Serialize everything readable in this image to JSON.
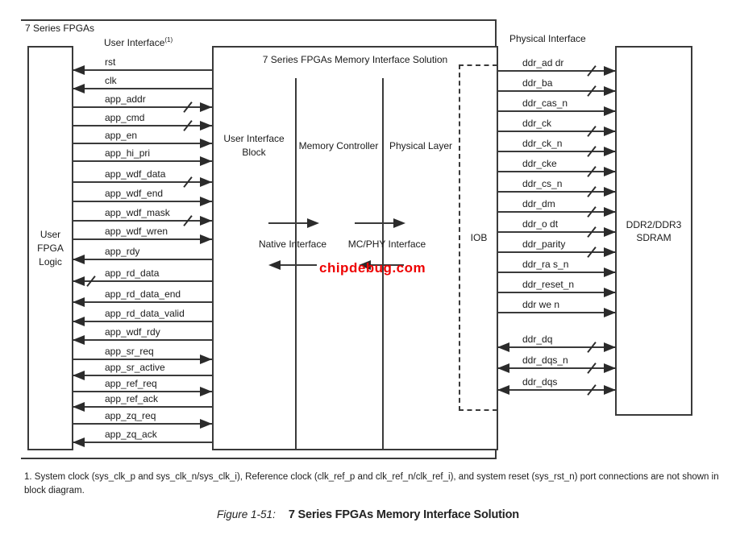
{
  "diagram": {
    "region_label": "7 Series FPGAs",
    "user_interface_label": "User Interface",
    "user_interface_superscript": "(1)",
    "left_box_label": "User FPGA Logic",
    "middle_box_title": "7 Series FPGAs Memory Interface Solution",
    "sections": [
      "User Interface Block",
      "Memory Controller",
      "Physical Layer"
    ],
    "native_interface_label": "Native Interface",
    "mcphy_interface_label": "MC/PHY Interface",
    "iob_label": "IOB",
    "physical_interface_label": "Physical Interface",
    "right_box_label": "DDR2/DDR3 SDRAM",
    "watermark": "chipdebug.com",
    "watermark_color": "#ee0000",
    "line_color": "#3a3a3a",
    "left_signals": [
      {
        "name": "rst",
        "dir": "in",
        "slash": false
      },
      {
        "name": "clk",
        "dir": "in",
        "slash": false
      },
      {
        "name": "app_addr",
        "dir": "out",
        "slash": true
      },
      {
        "name": "app_cmd",
        "dir": "out",
        "slash": true
      },
      {
        "name": "app_en",
        "dir": "out",
        "slash": false
      },
      {
        "name": "app_hi_pri",
        "dir": "out",
        "slash": false
      },
      {
        "name": "app_wdf_data",
        "dir": "out",
        "slash": true
      },
      {
        "name": "app_wdf_end",
        "dir": "out",
        "slash": false
      },
      {
        "name": "app_wdf_mask",
        "dir": "out",
        "slash": true
      },
      {
        "name": "app_wdf_wren",
        "dir": "out",
        "slash": false
      },
      {
        "name": "app_rdy",
        "dir": "in",
        "slash": false
      },
      {
        "name": "app_rd_data",
        "dir": "in",
        "slash": true
      },
      {
        "name": "app_rd_data_end",
        "dir": "in",
        "slash": false
      },
      {
        "name": "app_rd_data_valid",
        "dir": "in",
        "slash": false
      },
      {
        "name": "app_wdf_rdy",
        "dir": "in",
        "slash": false
      },
      {
        "name": "app_sr_req",
        "dir": "out",
        "slash": false
      },
      {
        "name": "app_sr_active",
        "dir": "in",
        "slash": false
      },
      {
        "name": "app_ref_req",
        "dir": "out",
        "slash": false
      },
      {
        "name": "app_ref_ack",
        "dir": "in",
        "slash": false
      },
      {
        "name": "app_zq_req",
        "dir": "out",
        "slash": false
      },
      {
        "name": "app_zq_ack",
        "dir": "in",
        "slash": false
      }
    ],
    "right_signals": [
      {
        "name": "ddr_ad dr",
        "dir": "out",
        "slash": true
      },
      {
        "name": "ddr_ba",
        "dir": "out",
        "slash": true
      },
      {
        "name": "ddr_cas_n",
        "dir": "out",
        "slash": false
      },
      {
        "name": "ddr_ck",
        "dir": "out",
        "slash": true
      },
      {
        "name": "ddr_ck_n",
        "dir": "out",
        "slash": true
      },
      {
        "name": "ddr_cke",
        "dir": "out",
        "slash": true
      },
      {
        "name": "ddr_cs_n",
        "dir": "out",
        "slash": true
      },
      {
        "name": "ddr_dm",
        "dir": "out",
        "slash": true
      },
      {
        "name": "ddr_o dt",
        "dir": "out",
        "slash": true
      },
      {
        "name": "ddr_parity",
        "dir": "out",
        "slash": true
      },
      {
        "name": "ddr_ra s_n",
        "dir": "out",
        "slash": false
      },
      {
        "name": "ddr_reset_n",
        "dir": "out",
        "slash": false
      },
      {
        "name": "ddr we n",
        "dir": "out",
        "slash": false
      },
      {
        "name": "ddr_dq",
        "dir": "both",
        "slash": true
      },
      {
        "name": "ddr_dqs_n",
        "dir": "both",
        "slash": true
      },
      {
        "name": "ddr_dqs",
        "dir": "both",
        "slash": true
      }
    ]
  },
  "footnote": "1. System clock (sys_clk_p and sys_clk_n/sys_clk_i), Reference clock (clk_ref_p and clk_ref_n/clk_ref_i), and system reset (sys_rst_n) port connections are not shown in block diagram.",
  "caption": {
    "prefix": "Figure 1-51:",
    "title": "7 Series FPGAs Memory Interface Solution"
  }
}
